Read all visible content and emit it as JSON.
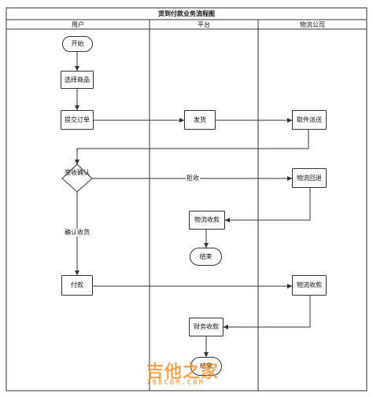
{
  "diagram": {
    "title": "货到付款业务流程图",
    "lanes": [
      {
        "name": "用户"
      },
      {
        "name": "平台"
      },
      {
        "name": "物流公司"
      }
    ],
    "nodes": {
      "start": "开始",
      "select": "选择商品",
      "order": "提交订单",
      "ship": "发货",
      "pickup": "取件派送",
      "confirm": "签收确认",
      "return": "物流回退",
      "log_recv1": "物流收款",
      "end1": "结束",
      "pay": "付款",
      "log_recv2": "物流收款",
      "fin_recv": "财务收款",
      "end2": "结束"
    },
    "edge_labels": {
      "reject": "拒收",
      "accept": "确认收货"
    }
  },
  "watermark": {
    "logo_text": "吉他之家",
    "site": "798COM.COM",
    "color": "#f08a1c"
  }
}
